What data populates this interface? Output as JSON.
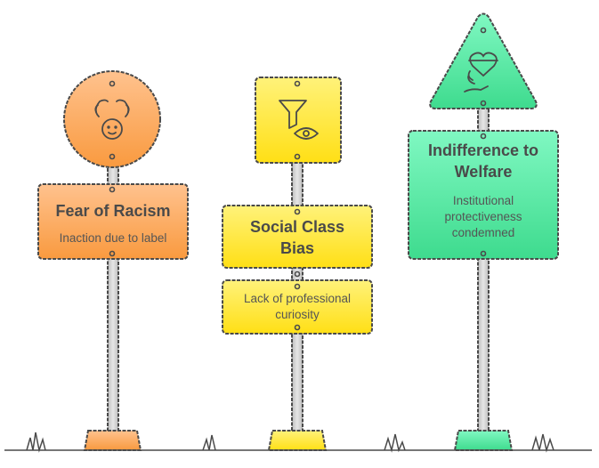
{
  "signs": [
    {
      "title": "Fear of Racism",
      "description": "Inaction due to label",
      "icon": "protected-child-icon",
      "color_top": "#FFC28E",
      "color_bottom": "#F99A3F"
    },
    {
      "title": "Social Class Bias",
      "description": "Lack of professional curiosity",
      "icon": "filter-eye-icon",
      "color_top": "#FFF27A",
      "color_bottom": "#FFDF15"
    },
    {
      "title": "Indifference to Welfare",
      "description": "Institutional protectiveness condemned",
      "icon": "heart-in-hand-icon",
      "color_top": "#80F8C2",
      "color_bottom": "#3EDB8E"
    }
  ]
}
